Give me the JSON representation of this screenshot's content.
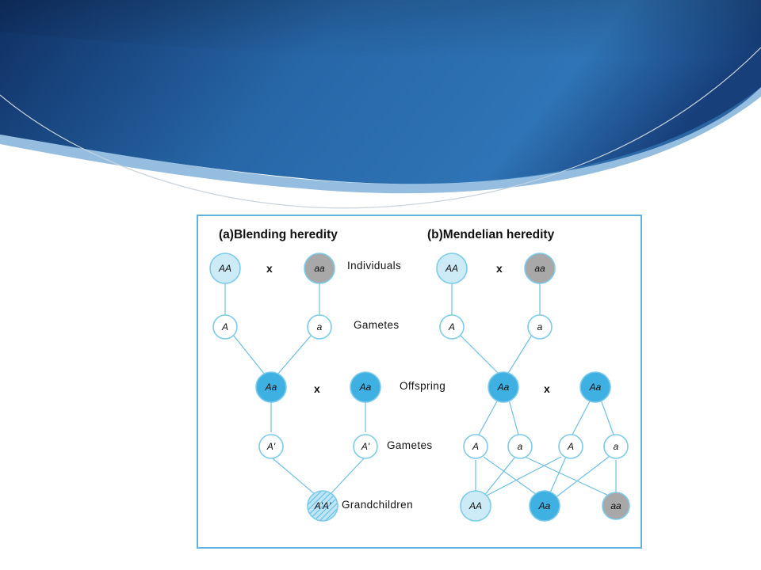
{
  "colors": {
    "header_dark": "#0f2f63",
    "header_mid": "#2767a8",
    "header_light": "#3c86c4",
    "frame": "#5fb3dc",
    "dominant_fill": "#cdebf7",
    "gamete_fill": "#ffffff",
    "heterozygous_fill": "#3fb0e2",
    "recessive_fill": "#a8a8a8",
    "blend_hatch": "#3fb0e2",
    "edge": "#6cbfe4"
  },
  "diagram": {
    "panel_a_title": "(a)Blending heredity",
    "panel_b_title": "(b)Mendelian heredity",
    "row_labels": {
      "individuals": "Individuals",
      "gametes_1": "Gametes",
      "offspring": "Offspring",
      "gametes_2": "Gametes",
      "grandchildren": "Grandchildren"
    },
    "cross_symbol": "x",
    "blending": {
      "parent_1": "AA",
      "parent_2": "aa",
      "gamete_1": "A",
      "gamete_2": "a",
      "offspring_1": "Aa",
      "offspring_2": "Aa",
      "gamete_3": "A'",
      "gamete_4": "A'",
      "grandchild": "A'A'"
    },
    "mendelian": {
      "parent_1": "AA",
      "parent_2": "aa",
      "gamete_1": "A",
      "gamete_2": "a",
      "offspring_1": "Aa",
      "offspring_2": "Aa",
      "gamete_3": "A",
      "gamete_4": "a",
      "gamete_5": "A",
      "gamete_6": "a",
      "grandchild_1": "AA",
      "grandchild_2": "Aa",
      "grandchild_3": "aa"
    }
  }
}
